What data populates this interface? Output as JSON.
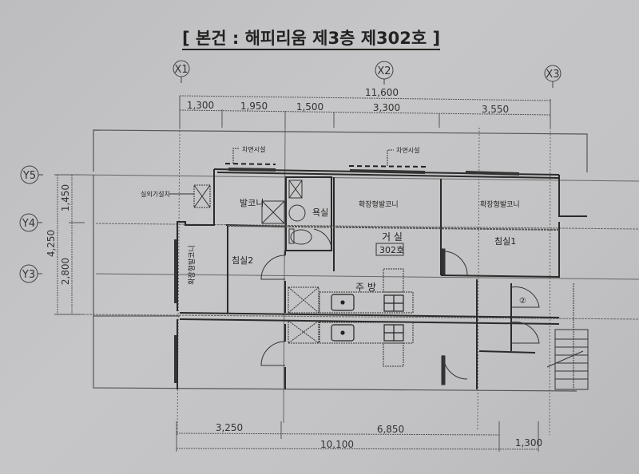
{
  "title": "[ 본건 : 해피리움 제3층 제302호 ]",
  "grid_axes": {
    "x": [
      "X1",
      "X2",
      "X3"
    ],
    "y": [
      "Y5",
      "Y4",
      "Y3"
    ]
  },
  "dimensions": {
    "top_total": "11,600",
    "top_segments": [
      "1,300",
      "1,950",
      "1,500",
      "3,300",
      "3,550"
    ],
    "left_total": "4,250",
    "left_segments": [
      "1,450",
      "2,800"
    ],
    "bottom_segments": [
      "3,250",
      "6,850"
    ],
    "bottom_total": "10,100",
    "bottom_right": "1,300"
  },
  "rooms": {
    "balcony_small": "발코니",
    "bathroom": "욕실",
    "expansion_balcony_1": "확장형발코니",
    "expansion_balcony_2": "확장형발코니",
    "expansion_balcony_left": "확장형발코니",
    "living_room": "거 실",
    "unit_number": "302호",
    "bedroom1": "침실1",
    "bedroom2": "침실2",
    "kitchen": "주 방",
    "outdoor_unit": "실외기설치",
    "stair_marker": "②"
  },
  "annotations": {
    "glazing_left": "차면시설",
    "glazing_right": "차면시설"
  }
}
